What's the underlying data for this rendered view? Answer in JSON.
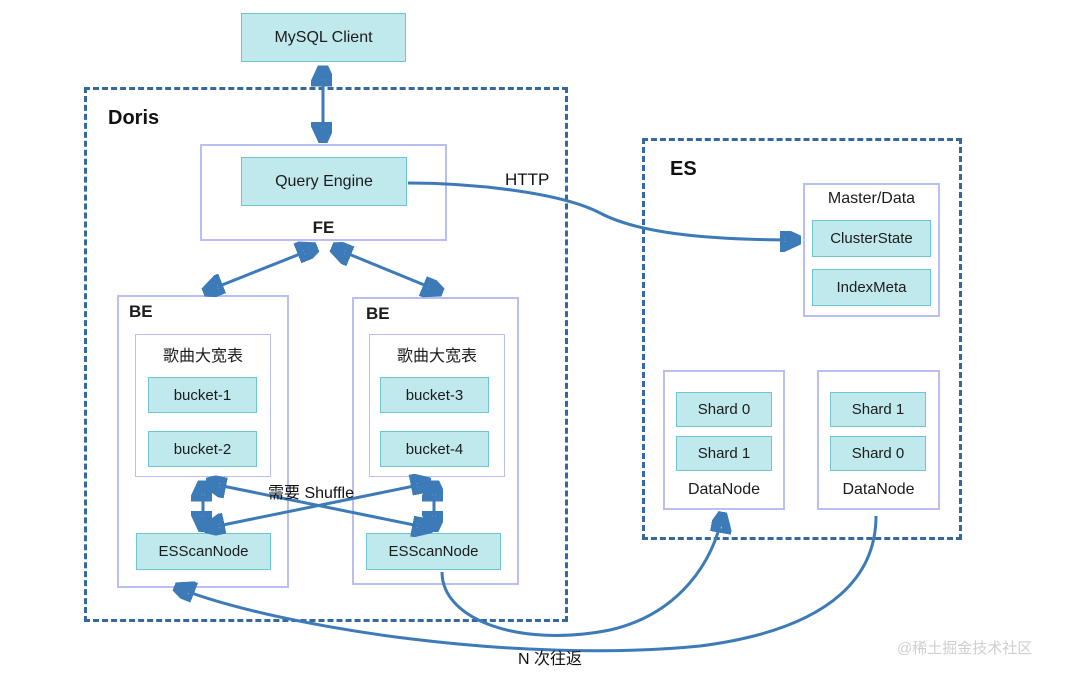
{
  "diagram": {
    "title_hidden": "",
    "colors": {
      "node_fill": "#bfe9ec",
      "node_border": "#6ec6d2",
      "group_border": "#b9bff4",
      "zone_border": "#35689e",
      "arrow": "#3d7ab8",
      "watermark": "#cfcfcf",
      "background": "#ffffff"
    }
  },
  "client": {
    "label": "MySQL Client"
  },
  "doris": {
    "zone_title": "Doris",
    "fe": {
      "caption": "FE",
      "query_engine": "Query Engine"
    },
    "be_left": {
      "caption": "BE",
      "table_label": "歌曲大宽表",
      "buckets": [
        "bucket-1",
        "bucket-2"
      ],
      "scan_node": "ESScanNode"
    },
    "be_right": {
      "caption": "BE",
      "table_label": "歌曲大宽表",
      "buckets": [
        "bucket-3",
        "bucket-4"
      ],
      "scan_node": "ESScanNode"
    }
  },
  "es": {
    "zone_title": "ES",
    "master": {
      "caption": "Master/Data",
      "items": [
        "ClusterState",
        "IndexMeta"
      ]
    },
    "datanode_left": {
      "caption": "DataNode",
      "shards": [
        "Shard 0",
        "Shard 1"
      ]
    },
    "datanode_right": {
      "caption": "DataNode",
      "shards": [
        "Shard 1",
        "Shard 0"
      ]
    }
  },
  "edge_labels": {
    "http": "HTTP",
    "shuffle": "需要 Shuffle",
    "roundtrips": "N 次往返"
  },
  "watermark": {
    "text": "@稀土掘金技术社区"
  },
  "chart_data": {
    "type": "diagram",
    "title": "Doris / Elasticsearch federated query architecture",
    "nodes": [
      {
        "id": "mysql-client",
        "label": "MySQL Client",
        "zone": "none"
      },
      {
        "id": "fe",
        "label": "FE",
        "zone": "Doris"
      },
      {
        "id": "query-engine",
        "label": "Query Engine",
        "zone": "Doris/FE"
      },
      {
        "id": "be-left",
        "label": "BE",
        "zone": "Doris"
      },
      {
        "id": "be-right",
        "label": "BE",
        "zone": "Doris"
      },
      {
        "id": "table-left",
        "label": "歌曲大宽表",
        "zone": "Doris/BE-left"
      },
      {
        "id": "bucket-1",
        "label": "bucket-1",
        "zone": "Doris/BE-left"
      },
      {
        "id": "bucket-2",
        "label": "bucket-2",
        "zone": "Doris/BE-left"
      },
      {
        "id": "esscannode-left",
        "label": "ESScanNode",
        "zone": "Doris/BE-left"
      },
      {
        "id": "table-right",
        "label": "歌曲大宽表",
        "zone": "Doris/BE-right"
      },
      {
        "id": "bucket-3",
        "label": "bucket-3",
        "zone": "Doris/BE-right"
      },
      {
        "id": "bucket-4",
        "label": "bucket-4",
        "zone": "Doris/BE-right"
      },
      {
        "id": "esscannode-right",
        "label": "ESScanNode",
        "zone": "Doris/BE-right"
      },
      {
        "id": "master-data",
        "label": "Master/Data",
        "zone": "ES"
      },
      {
        "id": "clusterstate",
        "label": "ClusterState",
        "zone": "ES/Master-Data"
      },
      {
        "id": "indexmeta",
        "label": "IndexMeta",
        "zone": "ES/Master-Data"
      },
      {
        "id": "datanode-left",
        "label": "DataNode",
        "zone": "ES"
      },
      {
        "id": "datanode-right",
        "label": "DataNode",
        "zone": "ES"
      }
    ],
    "edges": [
      {
        "from": "mysql-client",
        "to": "fe",
        "label": "",
        "arrow": "both"
      },
      {
        "from": "fe",
        "to": "be-left",
        "label": "",
        "arrow": "both"
      },
      {
        "from": "fe",
        "to": "be-right",
        "label": "",
        "arrow": "both"
      },
      {
        "from": "query-engine",
        "to": "master-data",
        "label": "HTTP",
        "arrow": "to"
      },
      {
        "from": "bucket-group-left",
        "to": "esscannode-left",
        "label": "",
        "arrow": "both"
      },
      {
        "from": "bucket-group-right",
        "to": "esscannode-right",
        "label": "",
        "arrow": "both"
      },
      {
        "from": "bucket-group-left",
        "to": "esscannode-right",
        "label": "需要 Shuffle",
        "arrow": "both"
      },
      {
        "from": "bucket-group-right",
        "to": "esscannode-left",
        "label": "需要 Shuffle",
        "arrow": "both"
      },
      {
        "from": "esscannode-left",
        "to": "datanode-right",
        "label": "N 次往返",
        "arrow": "both"
      },
      {
        "from": "esscannode-right",
        "to": "datanode-left",
        "label": "N 次往返",
        "arrow": "both"
      }
    ],
    "zones": [
      {
        "label": "Doris",
        "style": "dashed"
      },
      {
        "label": "ES",
        "style": "dashed"
      }
    ]
  }
}
